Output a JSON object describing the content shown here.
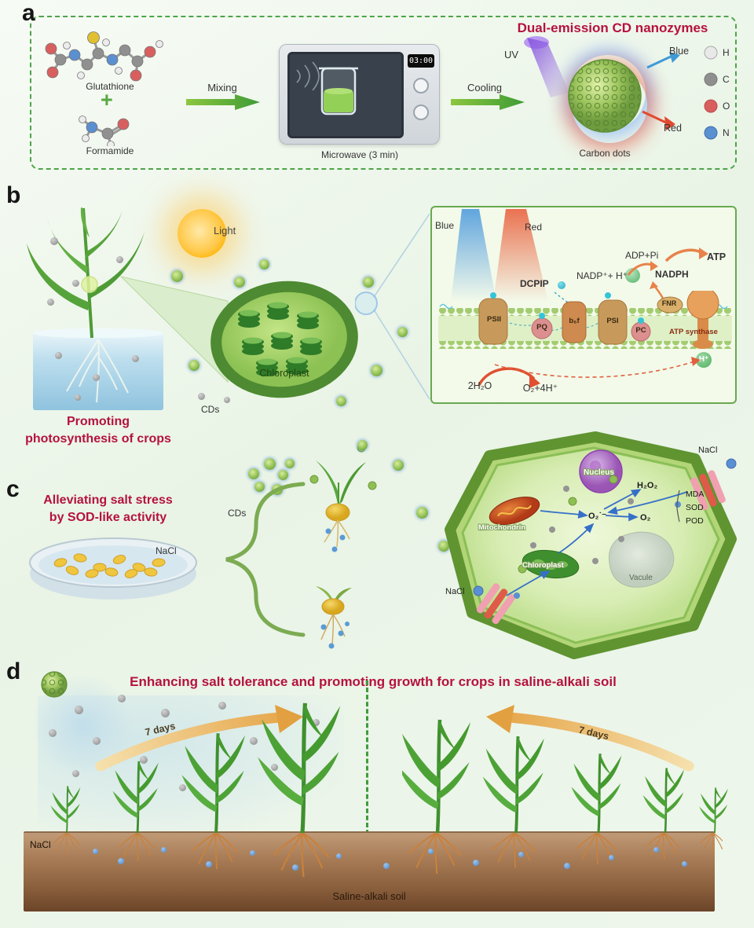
{
  "figure": {
    "panel_a": {
      "label": "a",
      "title": "Dual-emission CD nanozymes",
      "glutathione": "Glutathione",
      "plus": "+",
      "formamide": "Formamide",
      "mixing": "Mixing",
      "timer": "03:00",
      "microwave": "Microwave (3 min)",
      "cooling": "Cooling",
      "uv": "UV",
      "blue": "Blue",
      "red": "Red",
      "carbon_dots": "Carbon dots",
      "legend": [
        {
          "symbol": "H",
          "color": "#e9e9e9"
        },
        {
          "symbol": "C",
          "color": "#8f8f8f"
        },
        {
          "symbol": "O",
          "color": "#d95f5f"
        },
        {
          "symbol": "N",
          "color": "#5a8fd0"
        }
      ]
    },
    "panel_b": {
      "label": "b",
      "light": "Light",
      "chloroplast": "Chloroplast",
      "cds": "CDs",
      "caption_line1": "Promoting",
      "caption_line2": "photosynthesis of crops",
      "inset": {
        "blue": "Blue",
        "red": "Red",
        "dcpip": "DCPIP",
        "nadp_h": "NADP⁺+ H⁺",
        "nadph": "NADPH",
        "adp_pi": "ADP+Pi",
        "atp": "ATP",
        "fnr": "FNR",
        "psii": "PSII",
        "pq": "PQ",
        "b6f": "b₆f",
        "psi": "PSI",
        "pc": "PC",
        "atp_synthase": "ATP synthase",
        "h_plus": "H⁺",
        "water": "2H₂O",
        "oxygen": "O₂+4H⁺"
      }
    },
    "panel_c": {
      "label": "c",
      "caption_line1": "Alleviating salt stress",
      "caption_line2": "by SOD-like activity",
      "nacl_dish": "NaCl",
      "cds": "CDs",
      "cell": {
        "nucleus": "Nucleus",
        "mitochondrion": "Mitochondrin",
        "chloroplast": "Chloroplast",
        "vacuole": "Vacule",
        "nacl_top": "NaCl",
        "nacl_bottom": "NaCl",
        "h2o2": "H₂O₂",
        "superoxide": "O₂˙⁻",
        "o2": "O₂",
        "mda": "MDA",
        "sod": "SOD",
        "pod": "POD"
      }
    },
    "panel_d": {
      "label": "d",
      "title": "Enhancing salt tolerance and promoting growth for crops in saline-alkali soil",
      "days_left": "7 days",
      "days_right": "7 days",
      "nacl": "NaCl",
      "soil": "Saline-alkali soil"
    },
    "colors": {
      "accent_red": "#b5123e",
      "arrow_green": "#58a944",
      "border_green": "#4ea44a",
      "soil_top": "#b5906e",
      "soil_bottom": "#6e452a"
    }
  }
}
